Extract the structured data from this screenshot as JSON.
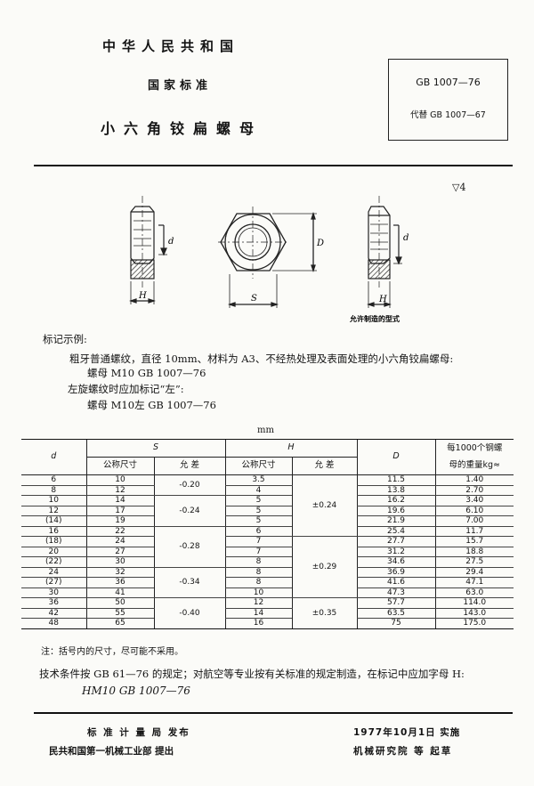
{
  "header": {
    "country": "中华人民共和国",
    "standard_type": "国家标准",
    "title": "小六角铰扁螺母",
    "code": "GB 1007—76",
    "replaces": "代替 GB 1007—67"
  },
  "roughness": "▽4",
  "drawing": {
    "label_h1": "H",
    "label_d1": "d",
    "label_s": "S",
    "label_D": "D",
    "label_d2": "d",
    "label_h2": "H",
    "caption": "允许制造的型式"
  },
  "marking": {
    "title": "标记示例:",
    "description": "粗牙普通螺纹，直径 10mm、材料为 A3、不经热处理及表面处理的小六角铰扁螺母:",
    "example1": "螺母  M10  GB 1007—76",
    "left_note": "左旋螺纹时应加标记“左”:",
    "example2": "螺母  M10左  GB 1007—76"
  },
  "unit": "mm",
  "table": {
    "headers": {
      "d": "d",
      "S": "S",
      "H": "H",
      "D": "D",
      "weight1": "每1000个钢螺",
      "weight2": "母的重量kg≈",
      "nominal": "公称尺寸",
      "tolerance": "允    差"
    },
    "rows": [
      {
        "d": "6",
        "s": "10",
        "h": "3.5",
        "D": "11.5",
        "w": "1.40"
      },
      {
        "d": "8",
        "s": "12",
        "h": "4",
        "D": "13.8",
        "w": "2.70"
      },
      {
        "d": "10",
        "s": "14",
        "h": "5",
        "D": "16.2",
        "w": "3.40"
      },
      {
        "d": "12",
        "s": "17",
        "h": "5",
        "D": "19.6",
        "w": "6.10"
      },
      {
        "d": "(14)",
        "s": "19",
        "h": "5",
        "D": "21.9",
        "w": "7.00"
      },
      {
        "d": "16",
        "s": "22",
        "h": "6",
        "D": "25.4",
        "w": "11.7"
      },
      {
        "d": "(18)",
        "s": "24",
        "h": "7",
        "D": "27.7",
        "w": "15.7"
      },
      {
        "d": "20",
        "s": "27",
        "h": "7",
        "D": "31.2",
        "w": "18.8"
      },
      {
        "d": "(22)",
        "s": "30",
        "h": "8",
        "D": "34.6",
        "w": "27.5"
      },
      {
        "d": "24",
        "s": "32",
        "h": "8",
        "D": "36.9",
        "w": "29.4"
      },
      {
        "d": "(27)",
        "s": "36",
        "h": "8",
        "D": "41.6",
        "w": "47.1"
      },
      {
        "d": "30",
        "s": "41",
        "h": "10",
        "D": "47.3",
        "w": "63.0"
      },
      {
        "d": "36",
        "s": "50",
        "h": "12",
        "D": "57.7",
        "w": "114.0"
      },
      {
        "d": "42",
        "s": "55",
        "h": "14",
        "D": "63.5",
        "w": "143.0"
      },
      {
        "d": "48",
        "s": "65",
        "h": "16",
        "D": "75",
        "w": "175.0"
      }
    ],
    "s_tol": [
      "-0.20",
      "-0.24",
      "-0.28",
      "-0.34",
      "-0.40"
    ],
    "h_tol": [
      "±0.24",
      "±0.29",
      "±0.35"
    ]
  },
  "note": "注：括号内的尺寸，尽可能不采用。",
  "tech": {
    "text": "技术条件按 GB 61—76 的规定；对航空等专业按有关标准的规定制造，在标记中应加字母 H:",
    "example": "HM10  GB 1007—76"
  },
  "footer": {
    "issuer": "标 准 计 量 局  发布",
    "proposer": "民共和国第一机械工业部  提出",
    "implementation": "1977年10月1日  实施",
    "drafter": "机械研究院 等 起草"
  }
}
